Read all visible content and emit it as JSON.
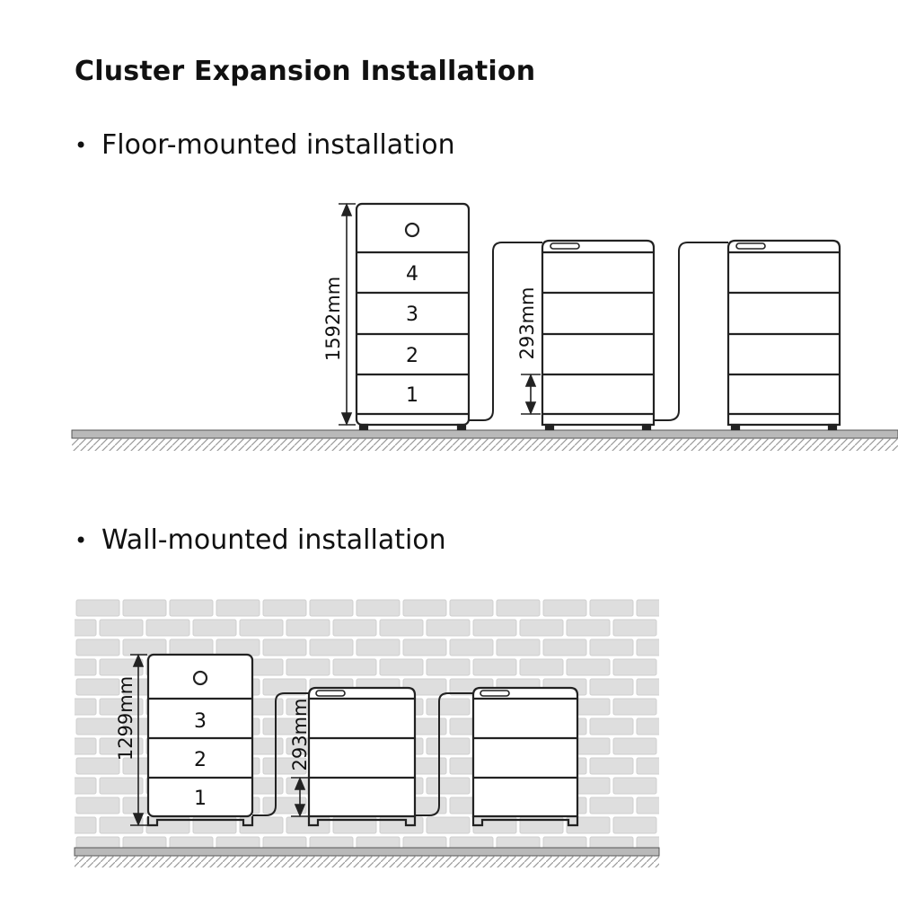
{
  "title": "Cluster Expansion Installation",
  "bullet_glyph": "•",
  "floor": {
    "heading": "Floor-mounted installation",
    "height_label": "1592mm",
    "gap_label": "293mm",
    "module_numbers": [
      "4",
      "3",
      "2",
      "1"
    ]
  },
  "wall": {
    "heading": "Wall-mounted installation",
    "height_label": "1299mm",
    "gap_label": "293mm",
    "module_numbers": [
      "3",
      "2",
      "1"
    ]
  }
}
